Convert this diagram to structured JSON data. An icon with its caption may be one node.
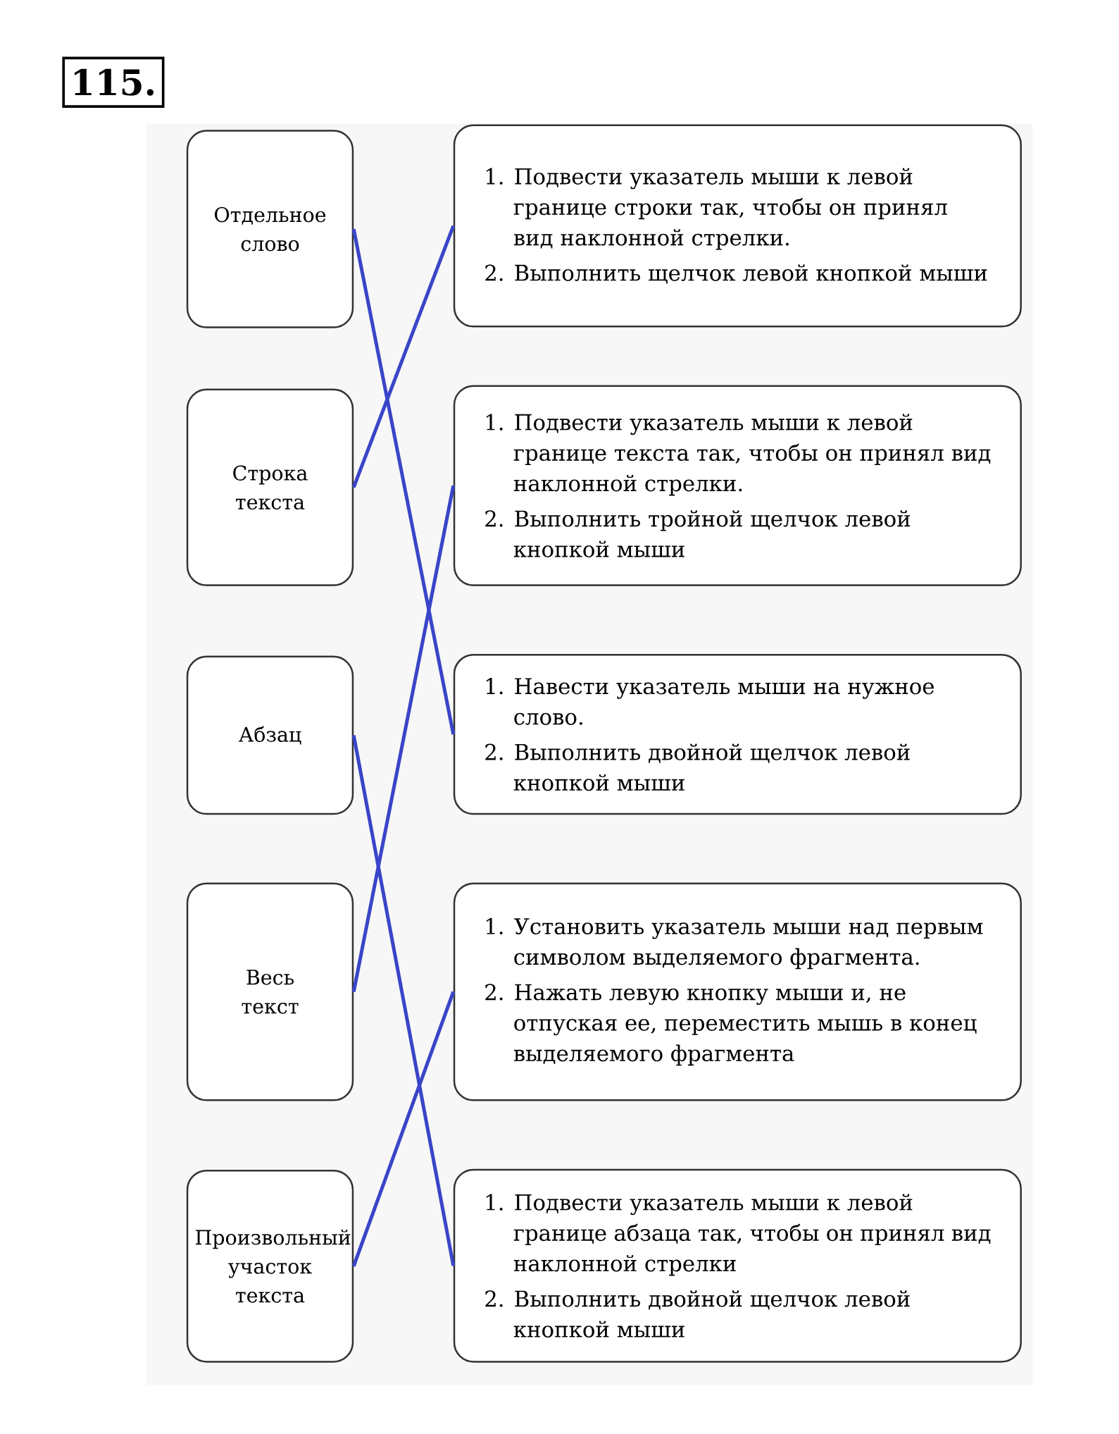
{
  "diagram": {
    "title": "115.",
    "nodes": [
      {
        "text": [
          "Отдельное слово"
        ]
      },
      {
        "text": [
          "Строка текста"
        ]
      },
      {
        "text": [
          "Абзац"
        ]
      },
      {
        "text": [
          "Весь текст"
        ]
      },
      {
        "text": [
          "Произвольный участок текста"
        ]
      },
      {
        "text": [
          "1. Подвести указатель мыши к левой границе строки так, чтобы он принял вид наклонной стрелки.",
          "2. Выполнить щелчок левой кнопкой мыши"
        ]
      },
      {
        "text": [
          "1. Подвести указатель мыши к левой границе текста так, чтобы он принял вид наклонной стрелки.",
          "2. Выполнить тройной щелчок левой кнопкой мыши"
        ]
      },
      {
        "text": [
          "1. Навести указатель мыши на нужное слово.",
          "2. Выполнить двойной щелчок левой кнопкой мыши"
        ]
      },
      {
        "text": [
          "1. Установить указатель мыши над первым символом выделяемого фрагмента.",
          "2. Нажать левую кнопку мыши и, не отпуская ее, переместить мышь в конец выделяемого фрагмента"
        ]
      },
      {
        "text": [
          "1. Подвести указатель мыши к левой границе абзаца так, чтобы он принял вид наклонной стрелки",
          "2. Выполнить двойной щелчок левой кнопкой мыши"
        ]
      }
    ],
    "edges": [
      {
        "from": 0,
        "to": 7,
        "arrow": "none"
      },
      {
        "from": 1,
        "to": 5,
        "arrow": "none"
      },
      {
        "from": 2,
        "to": 9,
        "arrow": "none"
      },
      {
        "from": 3,
        "to": 6,
        "arrow": "none"
      },
      {
        "from": 4,
        "to": 8,
        "arrow": "none"
      }
    ]
  }
}
